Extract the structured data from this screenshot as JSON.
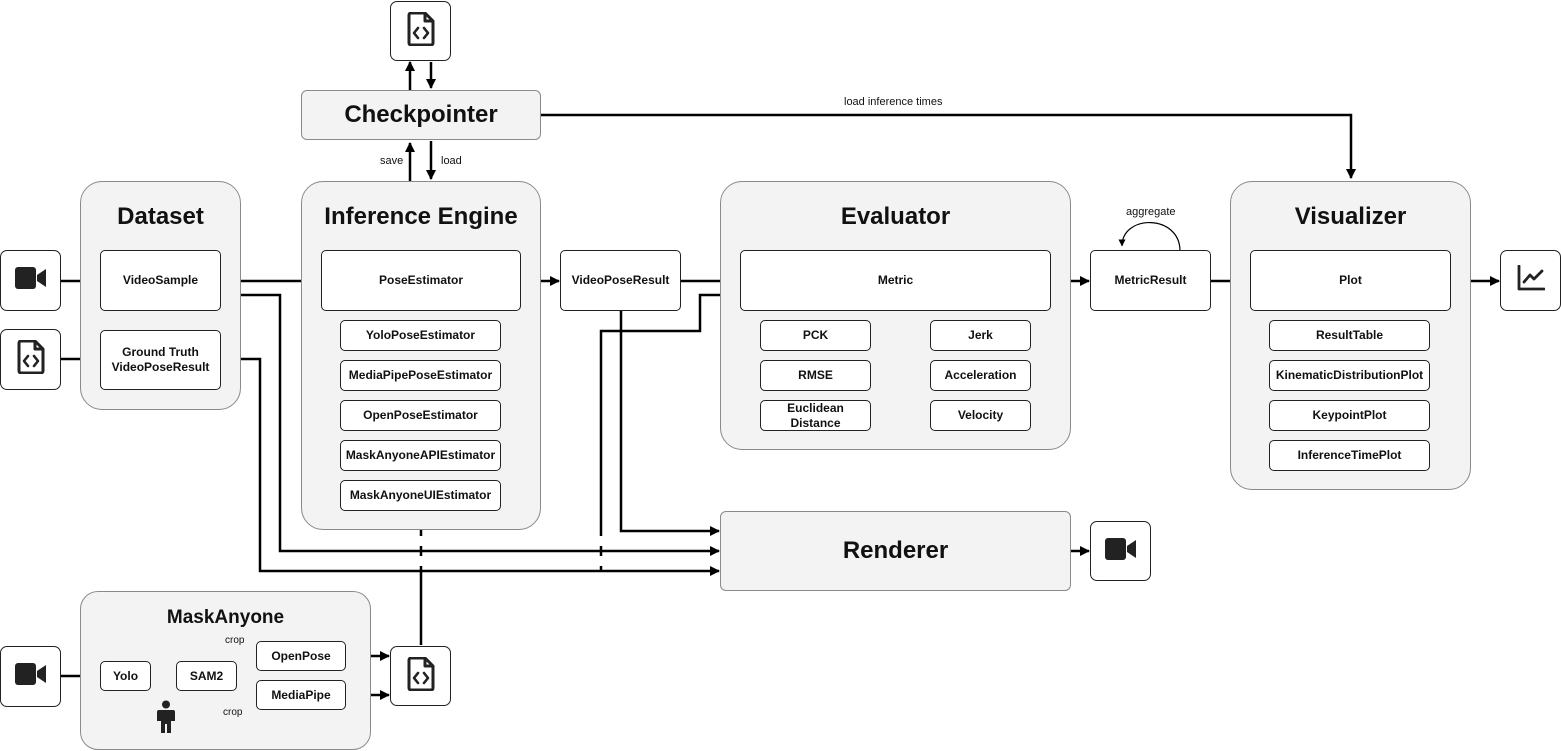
{
  "checkpointer": {
    "title": "Checkpointer",
    "save_label": "save",
    "load_label": "load"
  },
  "load_inference_times_label": "load inference times",
  "aggregate_label": "aggregate",
  "dataset": {
    "title": "Dataset",
    "video_sample": "VideoSample",
    "ground_truth_line1": "Ground Truth",
    "ground_truth_line2": "VideoPoseResult"
  },
  "inference_engine": {
    "title": "Inference Engine",
    "pose_estimator": "PoseEstimator",
    "estimators": [
      "YoloPoseEstimator",
      "MediaPipePoseEstimator",
      "OpenPoseEstimator",
      "MaskAnyoneAPIEstimator",
      "MaskAnyoneUIEstimator"
    ]
  },
  "video_pose_result": "VideoPoseResult",
  "evaluator": {
    "title": "Evaluator",
    "metric": "Metric",
    "pck": "PCK",
    "rmse": "RMSE",
    "euclidean_line1": "Euclidean",
    "euclidean_line2": "Distance",
    "jerk": "Jerk",
    "acceleration": "Acceleration",
    "velocity": "Velocity"
  },
  "metric_result": "MetricResult",
  "visualizer": {
    "title": "Visualizer",
    "plot": "Plot",
    "plots": [
      "ResultTable",
      "KinematicDistributionPlot",
      "KeypointPlot",
      "InferenceTimePlot"
    ]
  },
  "renderer": {
    "title": "Renderer"
  },
  "maskanyone": {
    "title": "MaskAnyone",
    "yolo": "Yolo",
    "sam2": "SAM2",
    "openpose": "OpenPose",
    "mediapipe": "MediaPipe",
    "crop_label": "crop"
  },
  "icons": {
    "video": "video-camera-icon",
    "code_file": "code-file-icon",
    "chart": "line-chart-icon",
    "person": "person-icon"
  },
  "colors": {
    "group_fill": "#f3f3f3",
    "group_stroke": "#8a8a8a",
    "line": "#000000"
  }
}
